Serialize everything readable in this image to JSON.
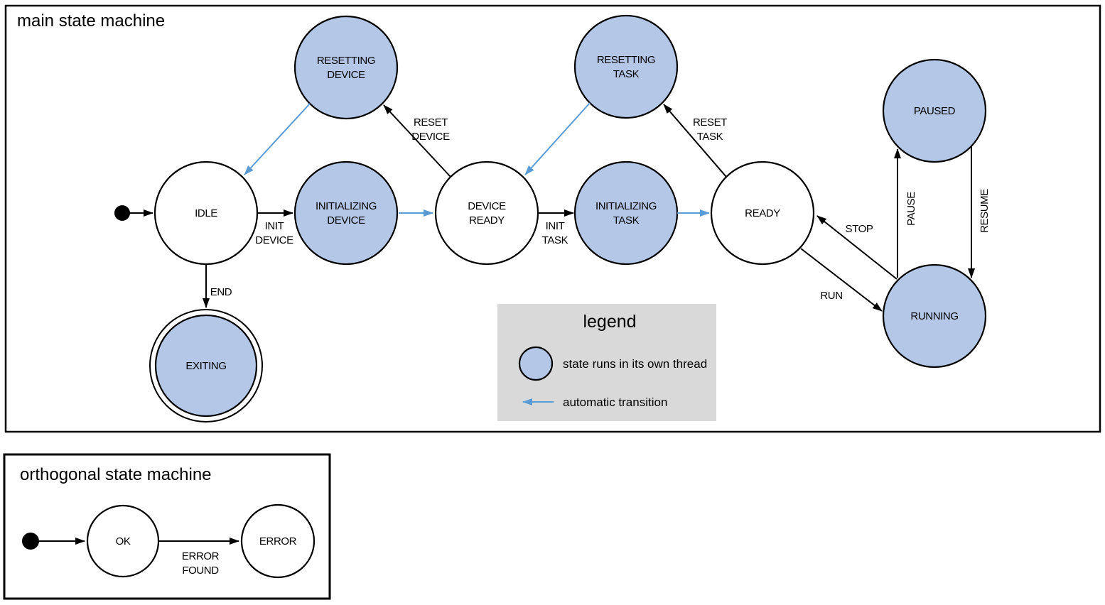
{
  "main": {
    "title": "main state machine",
    "states": {
      "resetting_device": {
        "line1": "RESETTING",
        "line2": "DEVICE"
      },
      "idle": {
        "line1": "IDLE"
      },
      "initializing_device": {
        "line1": "INITIALIZING",
        "line2": "DEVICE"
      },
      "device_ready": {
        "line1": "DEVICE",
        "line2": "READY"
      },
      "resetting_task": {
        "line1": "RESETTING",
        "line2": "TASK"
      },
      "initializing_task": {
        "line1": "INITIALIZING",
        "line2": "TASK"
      },
      "ready": {
        "line1": "READY"
      },
      "paused": {
        "line1": "PAUSED"
      },
      "running": {
        "line1": "RUNNING"
      },
      "exiting": {
        "line1": "EXITING"
      }
    },
    "transitions": {
      "init_device": {
        "line1": "INIT",
        "line2": "DEVICE"
      },
      "end": {
        "line1": "END"
      },
      "reset_device": {
        "line1": "RESET",
        "line2": "DEVICE"
      },
      "init_task": {
        "line1": "INIT",
        "line2": "TASK"
      },
      "reset_task": {
        "line1": "RESET",
        "line2": "TASK"
      },
      "stop": {
        "line1": "STOP"
      },
      "run": {
        "line1": "RUN"
      },
      "pause": {
        "line1": "PAUSE"
      },
      "resume": {
        "line1": "RESUME"
      }
    }
  },
  "legend": {
    "title": "legend",
    "thread_state": "state runs in its own thread",
    "auto_transition": "automatic transition"
  },
  "orthogonal": {
    "title": "orthogonal state machine",
    "states": {
      "ok": {
        "line1": "OK"
      },
      "error": {
        "line1": "ERROR"
      }
    },
    "transitions": {
      "error_found": {
        "line1": "ERROR",
        "line2": "FOUND"
      }
    }
  },
  "colors": {
    "state_fill": "#b4c7e7",
    "state_stroke": "#000000",
    "auto_arrow": "#5b9bd5",
    "legend_bg": "#d9d9d9"
  }
}
